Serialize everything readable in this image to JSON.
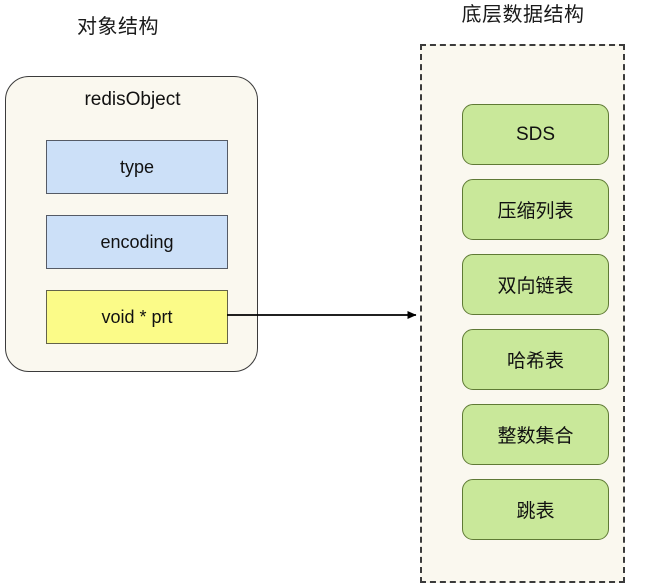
{
  "diagram": {
    "type": "block-diagram",
    "background_color": "#ffffff",
    "left_panel": {
      "title": "对象结构",
      "container": {
        "name": "redisObject",
        "label": "redisObject",
        "fill_color": "#faf8ef",
        "border_color": "#3b3b3b",
        "shape": "rounded-rectangle"
      },
      "fields": [
        {
          "label": "type",
          "fill_color": "#cce0f8",
          "shape": "rectangle"
        },
        {
          "label": "encoding",
          "fill_color": "#cce0f8",
          "shape": "rectangle"
        },
        {
          "label": "void * prt",
          "fill_color": "#fbfb88",
          "shape": "rectangle"
        }
      ]
    },
    "connector": {
      "name": "pointer-arrow",
      "from": "void * prt",
      "to": "底层数据结构",
      "style": "solid-line-with-arrowhead",
      "color": "#000000"
    },
    "right_panel": {
      "title": "底层数据结构",
      "container": {
        "fill_color": "#faf8ef",
        "border_color": "#3b3b3b",
        "border_style": "dashed"
      },
      "structures": [
        {
          "label": "SDS",
          "fill_color": "#c9e89a"
        },
        {
          "label": "压缩列表",
          "fill_color": "#c9e89a"
        },
        {
          "label": "双向链表",
          "fill_color": "#c9e89a"
        },
        {
          "label": "哈希表",
          "fill_color": "#c9e89a"
        },
        {
          "label": "整数集合",
          "fill_color": "#c9e89a"
        },
        {
          "label": "跳表",
          "fill_color": "#c9e89a"
        }
      ]
    }
  }
}
